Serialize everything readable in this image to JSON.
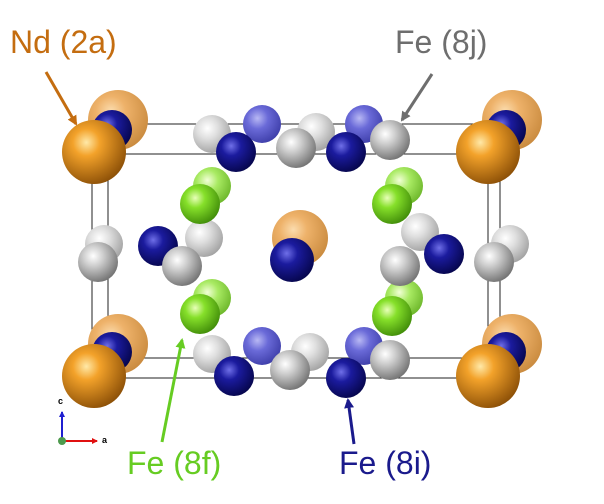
{
  "labels": {
    "nd_2a": "Nd (2a)",
    "fe_8j": "Fe (8j)",
    "fe_8f": "Fe (8f)",
    "fe_8i": "Fe (8i)"
  },
  "axes": {
    "c": "c",
    "a": "a"
  },
  "colors": {
    "nd": "#e08a14",
    "fe_8j": "#c2c2c2",
    "fe_8f": "#7ad622",
    "fe_8i": "#11118a",
    "label_nd": "#c46d10",
    "label_8j": "#6e6e6e",
    "label_8f": "#66cc22",
    "label_8i": "#1a1a8c"
  }
}
